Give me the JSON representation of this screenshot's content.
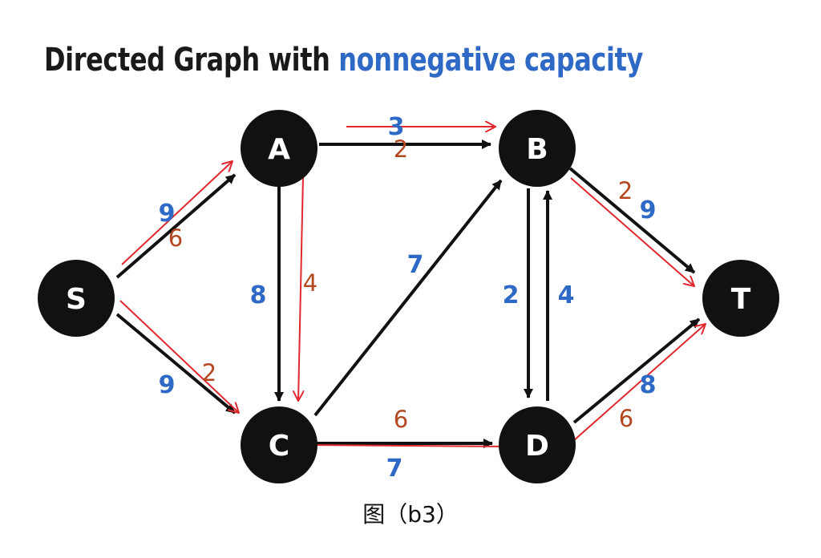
{
  "title": {
    "dark": "Directed Graph with",
    "blue": "nonnegative capacity"
  },
  "colors": {
    "edge": "#111111",
    "flow_arrow": "#e0282e",
    "capacity": "#2f69c6",
    "flow": "#b3471f",
    "node": "#111111",
    "title_accent": "#2f69c6"
  },
  "nodes": [
    {
      "id": "S",
      "label": "S"
    },
    {
      "id": "A",
      "label": "A"
    },
    {
      "id": "B",
      "label": "B"
    },
    {
      "id": "C",
      "label": "C"
    },
    {
      "id": "D",
      "label": "D"
    },
    {
      "id": "T",
      "label": "T"
    }
  ],
  "edges": [
    {
      "from": "S",
      "to": "A",
      "capacity": "9",
      "flow": "6"
    },
    {
      "from": "S",
      "to": "C",
      "capacity": "9",
      "flow": "2"
    },
    {
      "from": "A",
      "to": "B",
      "capacity": "3",
      "flow": "2"
    },
    {
      "from": "A",
      "to": "C",
      "capacity": "8",
      "flow": "4"
    },
    {
      "from": "C",
      "to": "B",
      "capacity": "7",
      "flow": ""
    },
    {
      "from": "C",
      "to": "D",
      "capacity": "7",
      "flow": "6"
    },
    {
      "from": "B",
      "to": "D",
      "capacity": "2",
      "flow": ""
    },
    {
      "from": "D",
      "to": "B",
      "capacity": "4",
      "flow": ""
    },
    {
      "from": "B",
      "to": "T",
      "capacity": "9",
      "flow": "2"
    },
    {
      "from": "D",
      "to": "T",
      "capacity": "8",
      "flow": "6"
    }
  ],
  "caption": "图（b3）"
}
